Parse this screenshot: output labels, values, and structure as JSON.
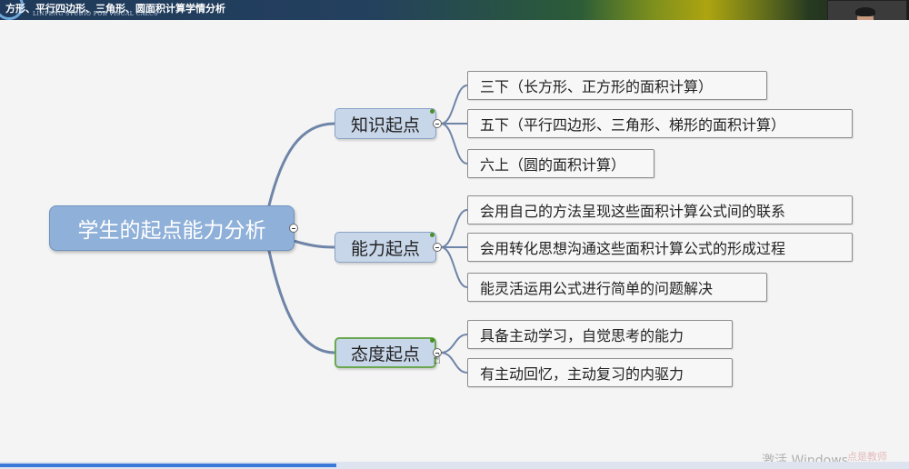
{
  "slide": {
    "title": "方形、平行四边形、三角形、圆面积计算学情分析",
    "subtitle": "LINFENG STUDIO FOR VISUAL CALCS"
  },
  "mindmap": {
    "root": "学生的起点能力分析",
    "branches": [
      {
        "label": "知识起点",
        "items": [
          "三下（长方形、正方形的面积计算）",
          "五下（平行四边形、三角形、梯形的面积计算）",
          "六上（圆的面积计算）"
        ]
      },
      {
        "label": "能力起点",
        "items": [
          "会用自己的方法呈现这些面积计算公式间的联系",
          "会用转化思想沟通这些面积计算公式的形成过程",
          "能灵活运用公式进行简单的问题解决"
        ]
      },
      {
        "label": "态度起点",
        "items": [
          "具备主动学习，自觉思考的能力",
          "有主动回忆，主动复习的内驱力"
        ]
      }
    ]
  },
  "watermark": {
    "activate": "激活 Windows",
    "brand": "点是教师"
  },
  "colors": {
    "root_fill": "#8fb0d9",
    "branch_fill": "#c8d6ea",
    "connector": "#6f85a8",
    "selected_border": "#6aa84f"
  }
}
